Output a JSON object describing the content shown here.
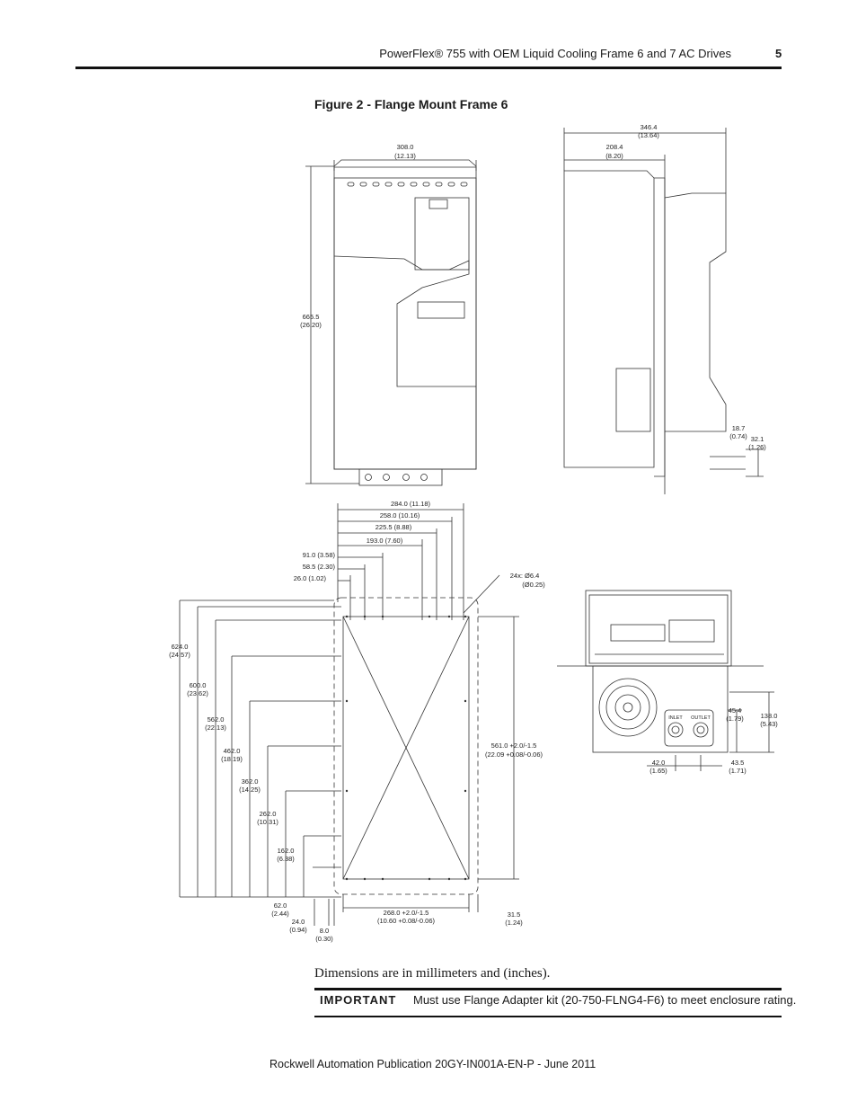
{
  "header": {
    "title": "PowerFlex® 755 with OEM Liquid Cooling Frame 6 and 7 AC Drives",
    "page_number": "5"
  },
  "figure": {
    "title": "Figure 2 - Flange Mount Frame 6",
    "front_view": {
      "width": "308.0",
      "width_in": "(12.13)",
      "height": "665.5",
      "height_in": "(26.20)"
    },
    "side_view": {
      "depth": "346.4",
      "depth_in": "(13.64)",
      "flange_depth": "208.4",
      "flange_depth_in": "(8.20)",
      "d1": "18.7",
      "d1_in": "(0.74)",
      "d2": "32.1",
      "d2_in": "(1.26)"
    },
    "flange": {
      "top_dims": [
        "284.0 (11.18)",
        "258.0 (10.16)",
        "225.5 (8.88)",
        "193.0 (7.60)",
        "91.0 (3.58)",
        "58.5 (2.30)",
        "26.0 (1.02)"
      ],
      "hole_label": "24x:  Ø6.4",
      "hole_label_in": "(Ø0.25)",
      "left_dims": [
        {
          "mm": "624.0",
          "in": "(24.57)"
        },
        {
          "mm": "600.0",
          "in": "(23.62)"
        },
        {
          "mm": "562.0",
          "in": "(22.13)"
        },
        {
          "mm": "462.0",
          "in": "(18.19)"
        },
        {
          "mm": "362.0",
          "in": "(14.25)"
        },
        {
          "mm": "262.0",
          "in": "(10.31)"
        },
        {
          "mm": "162.0",
          "in": "(6.38)"
        },
        {
          "mm": "62.0",
          "in": "(2.44)"
        },
        {
          "mm": "24.0",
          "in": "(0.94)"
        },
        {
          "mm": "8.0",
          "in": "(0.30)"
        }
      ],
      "cutout_height": "561.0 +2.0/-1.5",
      "cutout_height_in": "(22.09 +0.08/-0.06)",
      "cutout_width": "268.0 +2.0/-1.5",
      "cutout_width_in": "(10.60 +0.08/-0.06)",
      "right_offset": "31.5",
      "right_offset_in": "(1.24)"
    },
    "bottom_view": {
      "d138": "138.0",
      "d138_in": "(5.43)",
      "d45": "45.4",
      "d45_in": "(1.79)",
      "d42": "42.0",
      "d42_in": "(1.65)",
      "d43": "43.5",
      "d43_in": "(1.71)",
      "inlet_label": "INLET",
      "outlet_label": "OUTLET"
    }
  },
  "note": "Dimensions are in millimeters and (inches).",
  "important": {
    "label": "IMPORTANT",
    "text": "Must use Flange Adapter kit (20-750-FLNG4-F6) to meet enclosure rating."
  },
  "footer": "Rockwell Automation Publication 20GY-IN001A-EN-P - June 2011"
}
